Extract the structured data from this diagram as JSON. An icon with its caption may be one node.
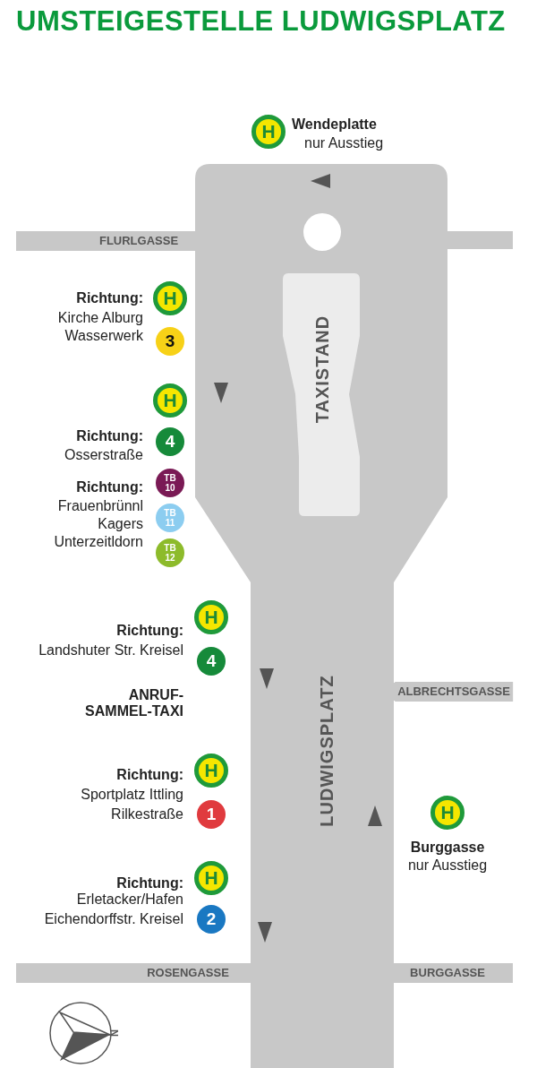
{
  "diagram": {
    "title": "UMSTEIGESTELLE LUDWIGSPLATZ",
    "labels": [
      "H",
      "Wendeplatte",
      "nur Ausstieg",
      "FLURLGASSE",
      "Richtung:",
      "H",
      "Kirche Alburg",
      "Wasserwerk",
      "3",
      "TAXISTAND",
      "H",
      "Richtung:",
      "4",
      "Osserstraße",
      "Richtung:",
      "TB 10",
      "Frauenbrünnl",
      "TB 11",
      "Kagers",
      "Unterzeitldorn",
      "TB 12",
      "H",
      "Richtung:",
      "Landshuter Str. Kreisel",
      "4",
      "LUDWIGSPLATZ",
      "ALBRECHTSGASSE",
      "ANRUF-SAMMEL-TAXI",
      "Richtung:",
      "H",
      "Sportplatz Ittling",
      "Rilkestraße",
      "1",
      "H",
      "Burggasse",
      "nur Ausstieg",
      "Richtung:",
      "H",
      "Erletacker/Hafen",
      "Eichendorffstr. Kreisel",
      "2",
      "ROSENGASSE",
      "BURGGASSE",
      "N"
    ]
  }
}
